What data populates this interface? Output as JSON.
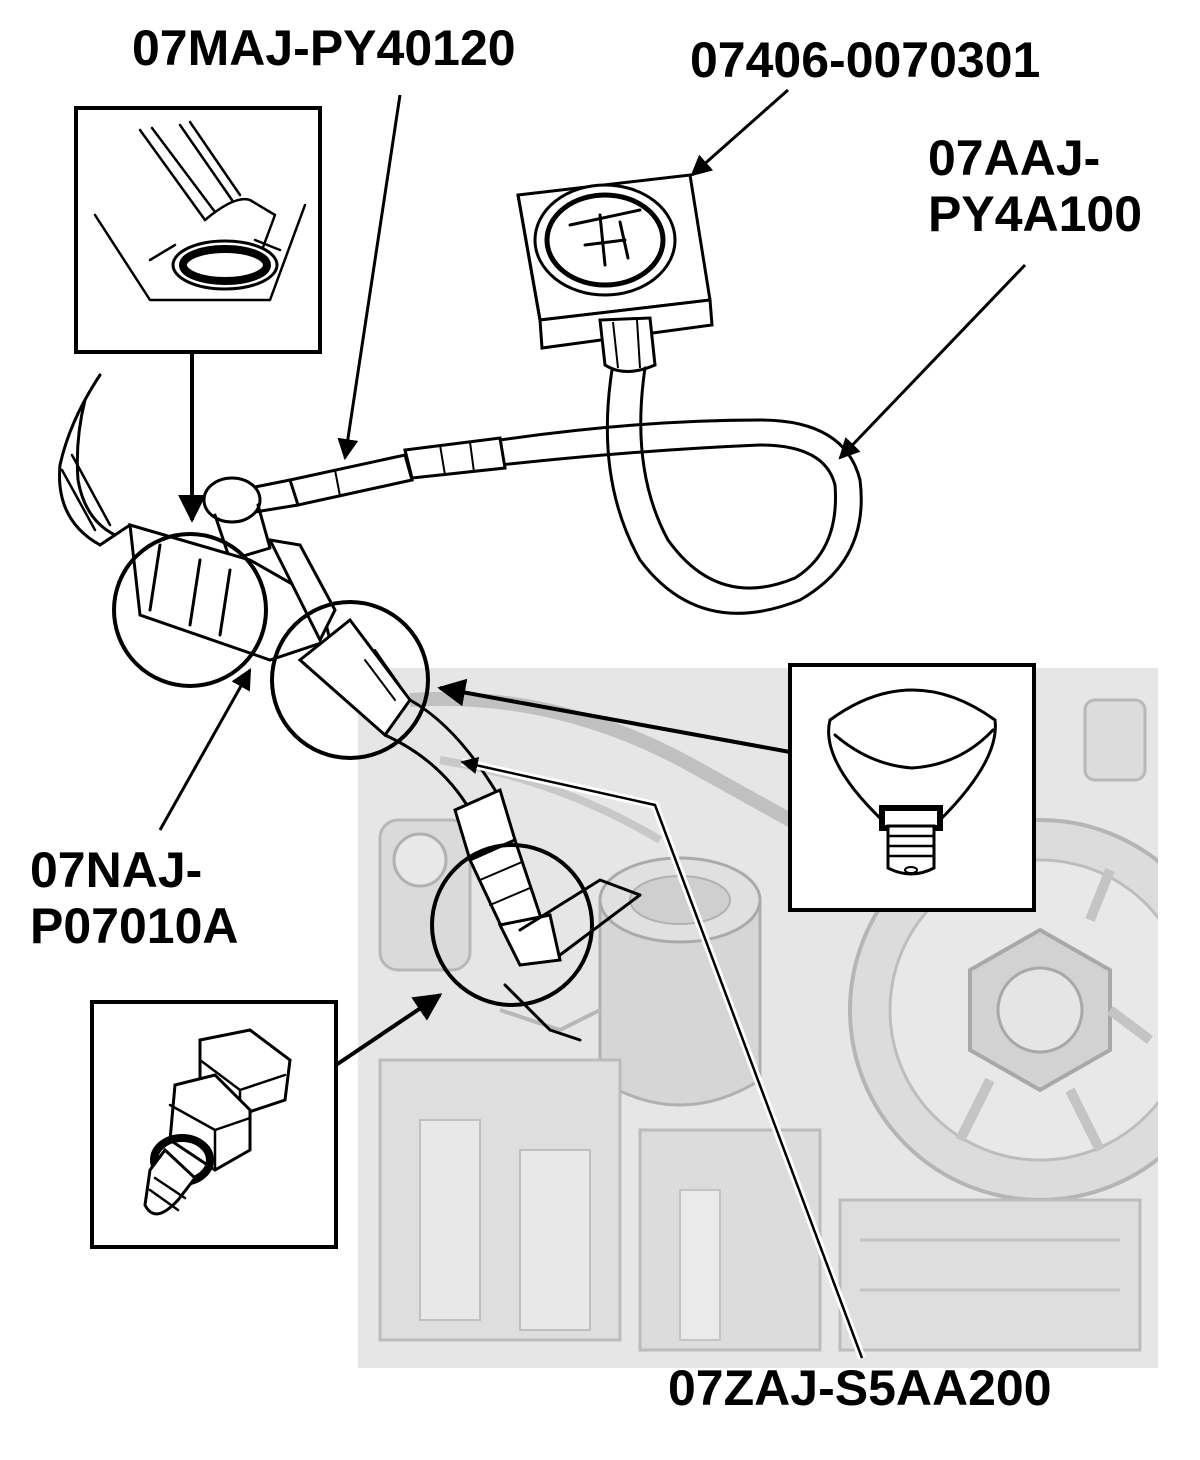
{
  "labels": {
    "pressure_hose": "07MAJ-PY40120",
    "gauge": "07406-0070301",
    "hose_adapter_line1": "07AAJ-",
    "hose_adapter_line2": "PY4A100",
    "joint_adapter_line1": "07NAJ-",
    "joint_adapter_line2": "P07010A",
    "fitting_adapter": "07ZAJ-S5AA200"
  },
  "colors": {
    "ink": "#000000",
    "background_engine": "#e3e3e3",
    "paper": "#ffffff"
  },
  "icons": [
    "oil-pressure-gauge-icon",
    "pressure-hose-icon",
    "engine-block-icon",
    "hex-adapter-icon",
    "threaded-nozzle-icon",
    "o-ring-detail-icon"
  ]
}
